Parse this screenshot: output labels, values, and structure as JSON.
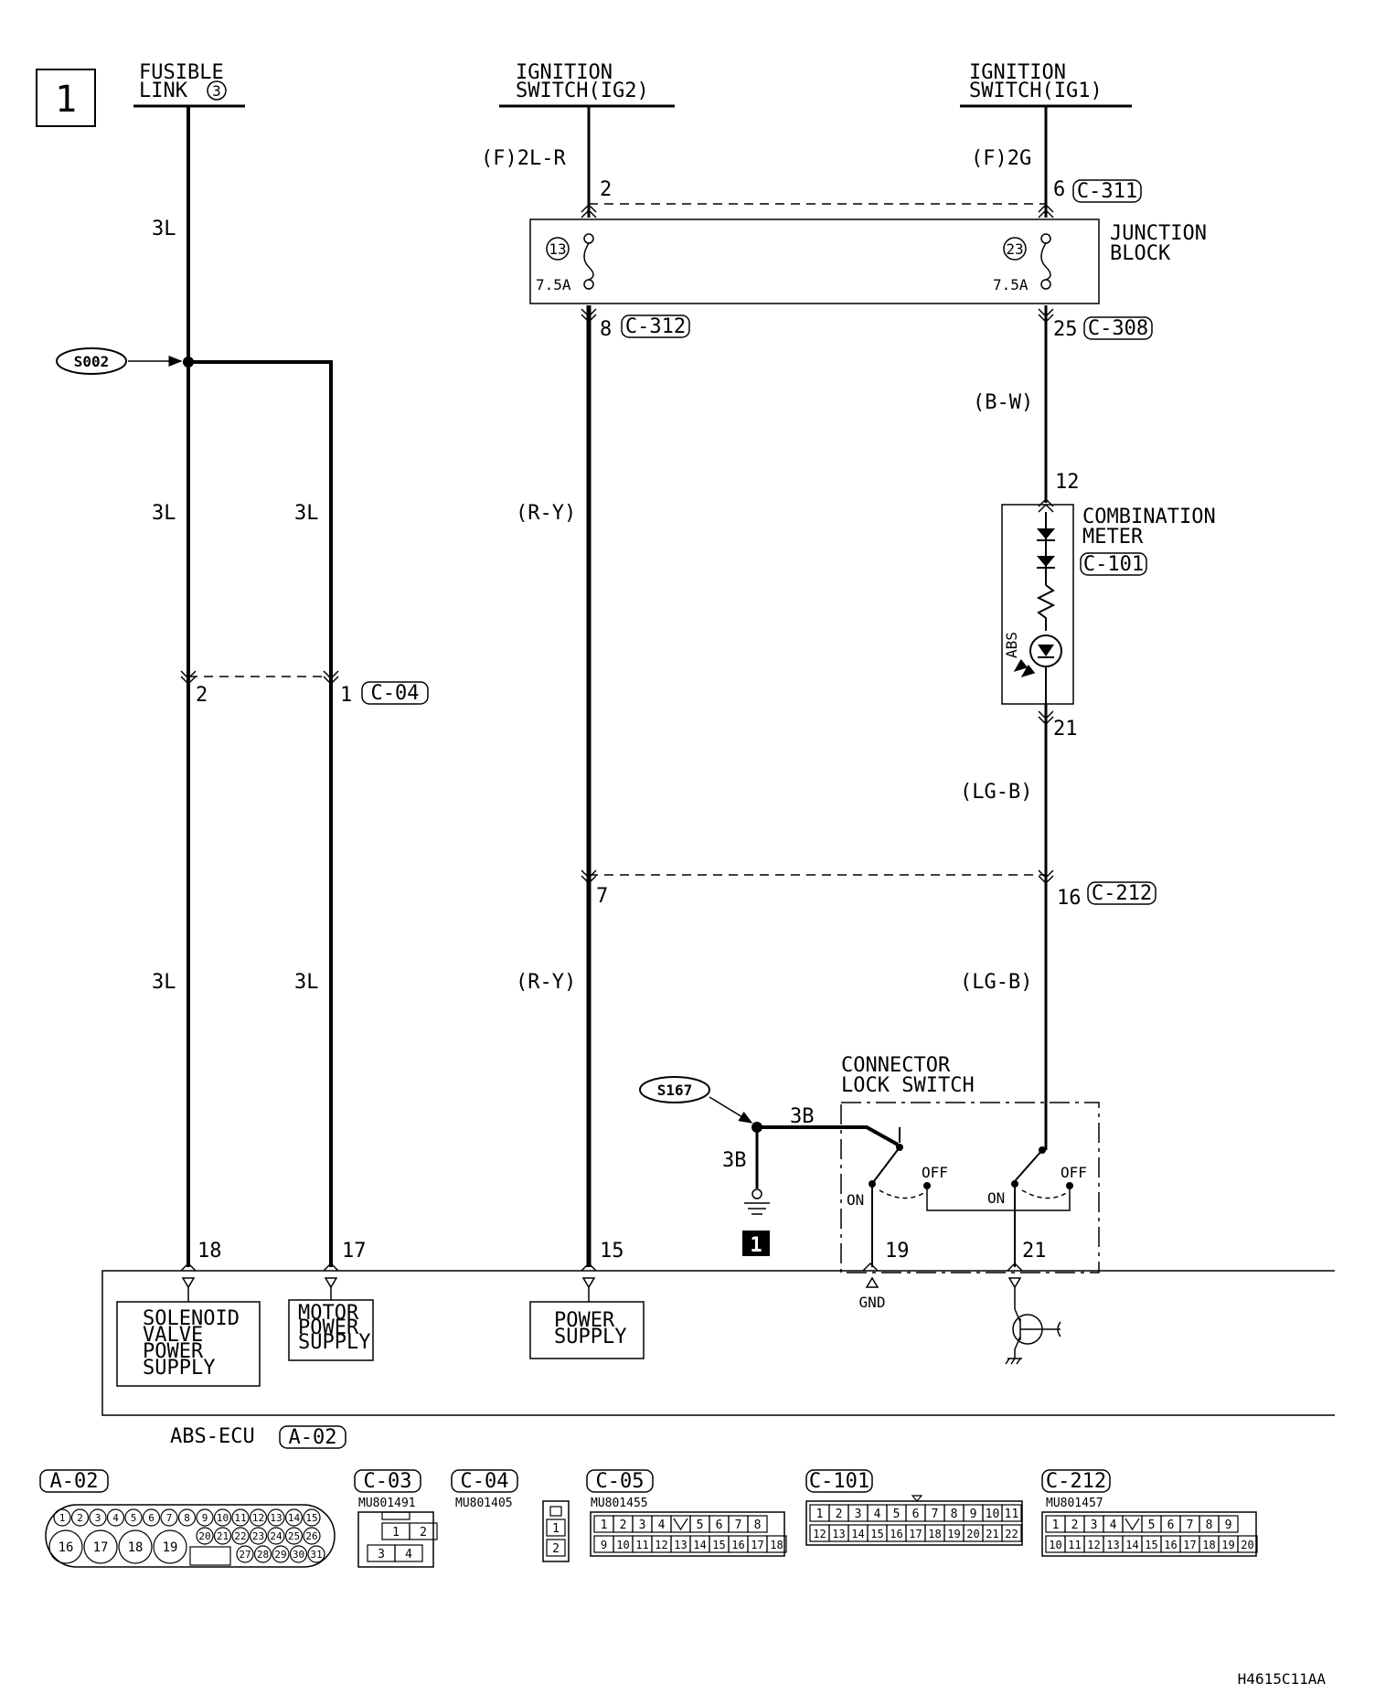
{
  "page_marker": "1",
  "sources": {
    "fusible_link": [
      "FUSIBLE",
      "LINK"
    ],
    "fusible_link_num": "3",
    "ig2": [
      "IGNITION",
      "SWITCH(IG2)"
    ],
    "ig1": [
      "IGNITION",
      "SWITCH(IG1)"
    ]
  },
  "wires": {
    "w3l": "3L",
    "f2lr": "(F)2L-R",
    "f2g": "(F)2G",
    "bw": "(B-W)",
    "ry": "(R-Y)",
    "lgb": "(LG-B)",
    "w3b": "3B"
  },
  "junction_block": {
    "title": [
      "JUNCTION",
      "BLOCK"
    ],
    "fuse_left": "13",
    "fuse_right": "23",
    "amp_left": "7.5A",
    "amp_right": "7.5A"
  },
  "splices": {
    "s002": "S002",
    "s167": "S167"
  },
  "pins": {
    "p2a": "2",
    "p6": "6",
    "p8": "8",
    "p25": "25",
    "p12": "12",
    "p21a": "21",
    "p2b": "2",
    "p1": "1",
    "p7": "7",
    "p16": "16",
    "p18": "18",
    "p17": "17",
    "p15": "15",
    "p19": "19",
    "p21b": "21"
  },
  "connector_refs": {
    "c311": "C-311",
    "c312": "C-312",
    "c308": "C-308",
    "c101": "C-101",
    "c04": "C-04",
    "c212": "C-212"
  },
  "combination_meter": {
    "title": [
      "COMBINATION",
      "METER"
    ],
    "abs": "ABS"
  },
  "connector_lock_switch": {
    "title": [
      "CONNECTOR",
      "LOCK SWITCH"
    ],
    "off": "OFF",
    "on": "ON"
  },
  "ground_marker": "1",
  "ecu": {
    "gnd": "GND",
    "solenoid": [
      "SOLENOID",
      "VALVE",
      "POWER",
      "SUPPLY"
    ],
    "motor": [
      "MOTOR",
      "POWER",
      "SUPPLY"
    ],
    "power": [
      "POWER",
      "SUPPLY"
    ],
    "name": "ABS-ECU",
    "ref": "A-02"
  },
  "connectors": [
    {
      "ref": "A-02",
      "part": ""
    },
    {
      "ref": "C-03",
      "part": "MU801491"
    },
    {
      "ref": "C-04",
      "part": "MU801405"
    },
    {
      "ref": "C-05",
      "part": "MU801455"
    },
    {
      "ref": "C-101",
      "part": ""
    },
    {
      "ref": "C-212",
      "part": "MU801457"
    }
  ],
  "conn_a02": {
    "top": [
      "1",
      "2",
      "3",
      "4",
      "5",
      "6",
      "7",
      "8",
      "9",
      "10",
      "11",
      "12",
      "13",
      "14",
      "15"
    ],
    "mid": [
      "20",
      "21",
      "22",
      "23",
      "24",
      "25",
      "26"
    ],
    "bot": [
      "27",
      "28",
      "29",
      "30",
      "31"
    ],
    "big": [
      "16",
      "17",
      "18",
      "19"
    ]
  },
  "conn_c03": [
    "1",
    "2",
    "3",
    "4"
  ],
  "conn_c04": [
    "1",
    "2"
  ],
  "conn_c05": {
    "row1": [
      "1",
      "2",
      "3",
      "4",
      "",
      "5",
      "6",
      "7",
      "8"
    ],
    "row2": [
      "9",
      "10",
      "11",
      "12",
      "13",
      "14",
      "15",
      "16",
      "17",
      "18"
    ]
  },
  "conn_c101": {
    "row1": [
      "1",
      "2",
      "3",
      "4",
      "5",
      "6",
      "7",
      "8",
      "9",
      "10",
      "11"
    ],
    "row2": [
      "12",
      "13",
      "14",
      "15",
      "16",
      "17",
      "18",
      "19",
      "20",
      "21",
      "22"
    ]
  },
  "conn_c212": {
    "row1": [
      "1",
      "2",
      "3",
      "4",
      "",
      "5",
      "6",
      "7",
      "8",
      "9"
    ],
    "row2": [
      "10",
      "11",
      "12",
      "13",
      "14",
      "15",
      "16",
      "17",
      "18",
      "19",
      "20"
    ]
  },
  "figure_code": "H4615C11AA"
}
